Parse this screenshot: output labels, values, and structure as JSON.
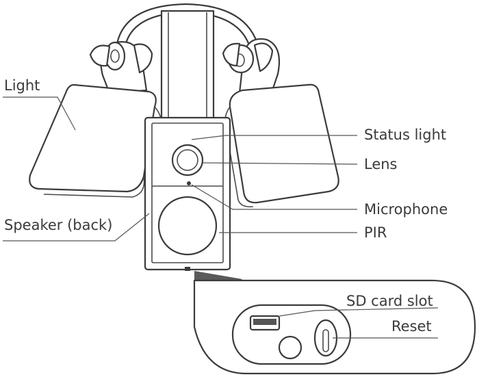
{
  "labels": {
    "light": "Light",
    "status_light": "Status light",
    "lens": "Lens",
    "microphone": "Microphone",
    "speaker": "Speaker (back)",
    "pir": "PIR",
    "sd_card_slot": "SD card slot",
    "reset": "Reset"
  },
  "colors": {
    "line": "#3b3b3b",
    "text": "#3a3a3a",
    "callout_wedge": "#5a5a5a",
    "background": "#ffffff"
  }
}
